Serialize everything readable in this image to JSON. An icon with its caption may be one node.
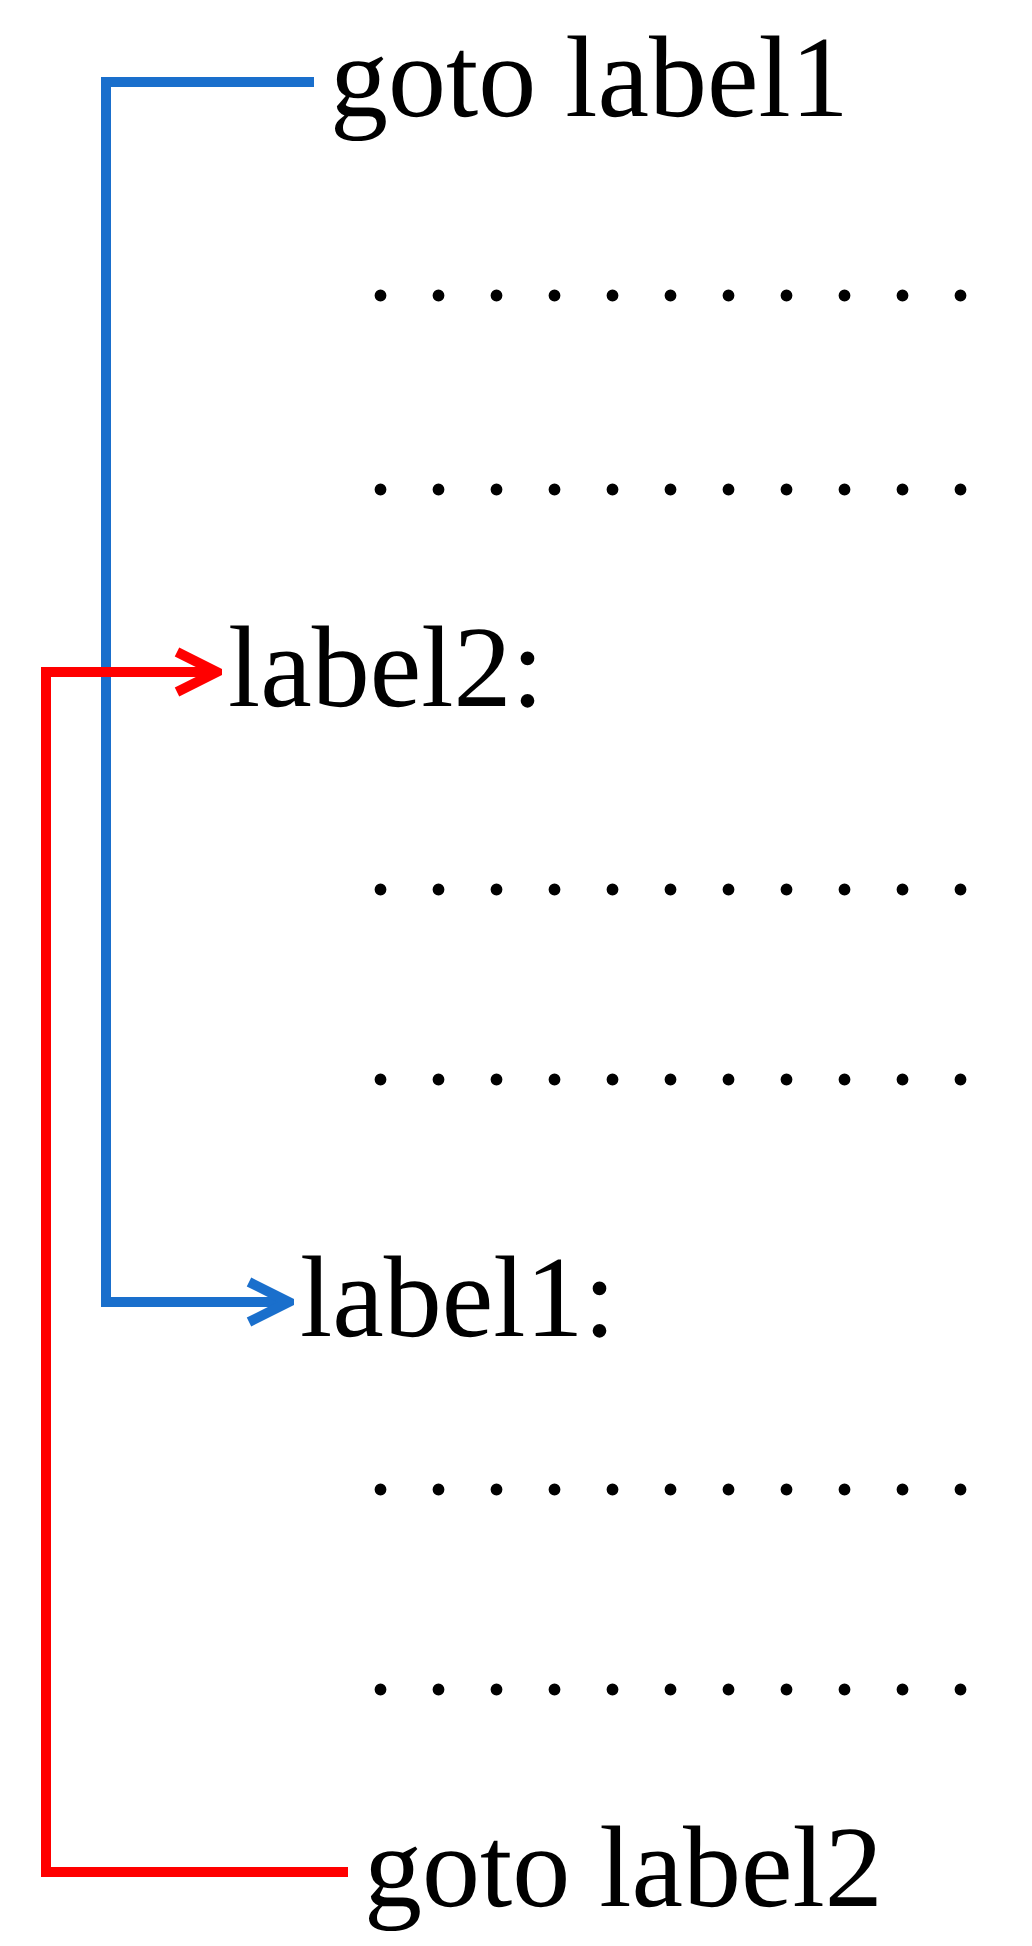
{
  "diagram": {
    "nodes": [
      {
        "text": [
          "goto label1"
        ]
      },
      {
        "text": [
          "label2:"
        ]
      },
      {
        "text": [
          "label1:"
        ]
      },
      {
        "text": [
          "goto label2"
        ]
      }
    ],
    "edges": [
      {
        "from": 0,
        "to": 2,
        "arrow": "to",
        "color": "#1a6fcc"
      },
      {
        "from": 3,
        "to": 1,
        "arrow": "to",
        "color": "#ff0000"
      }
    ],
    "labels": [
      ". . . . . . . . . . .",
      ". . . . . . . . . . .",
      ". . . . . . . . . . .",
      ". . . . . . . . . . .",
      ". . . . . . . . . . .",
      ". . . . . . . . . . ."
    ]
  }
}
